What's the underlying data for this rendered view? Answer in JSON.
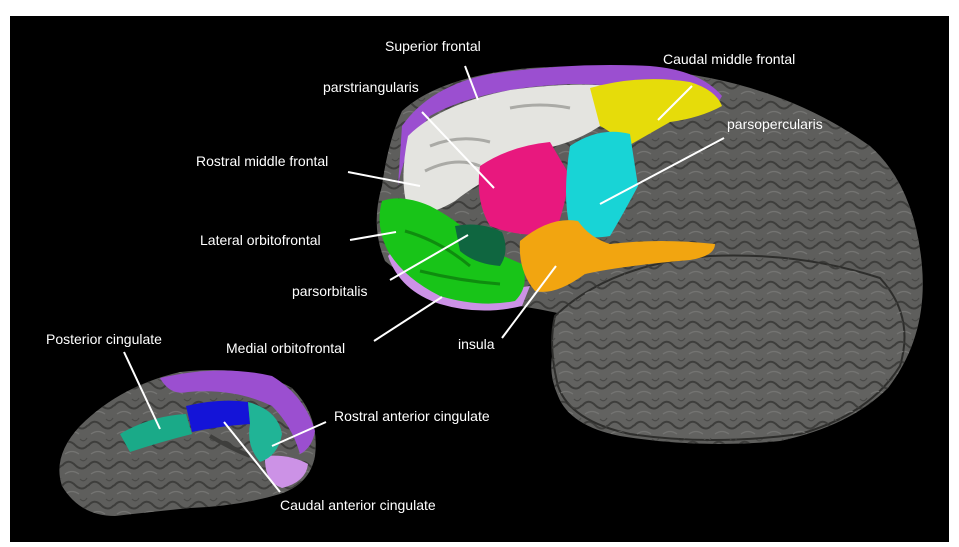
{
  "colors": {
    "background": "#000000",
    "cortex_gray": "#5e5e5c",
    "superior_frontal": "#9b4fd0",
    "white_region": "#e4e4e0",
    "caudal_middle_frontal": "#e6dc0a",
    "pars_triangularis": "#e8187e",
    "pars_opercularis": "#18d4d6",
    "insula": "#f2a510",
    "lateral_orbitofrontal": "#18c418",
    "pars_orbitalis": "#0f6640",
    "medial_orbitofrontal": "#cc92e6",
    "posterior_cingulate": "#1aaa88",
    "caudal_anterior_cingulate": "#1414d8",
    "rostral_anterior_cingulate": "#20b496",
    "label_text": "#ffffff"
  },
  "labels": {
    "superior_frontal": "Superior frontal",
    "caudal_middle_frontal": "Caudal middle frontal",
    "parstriangularis": "parstriangularis",
    "parsopercularis": "parsopercularis",
    "rostral_middle_frontal": "Rostral middle frontal",
    "lateral_orbitofrontal": "Lateral orbitofrontal",
    "parsorbitalis": "parsorbitalis",
    "medial_orbitofrontal": "Medial orbitofrontal",
    "insula": "insula",
    "posterior_cingulate": "Posterior cingulate",
    "rostral_anterior_cingulate": "Rostral anterior cingulate",
    "caudal_anterior_cingulate": "Caudal anterior cingulate"
  }
}
